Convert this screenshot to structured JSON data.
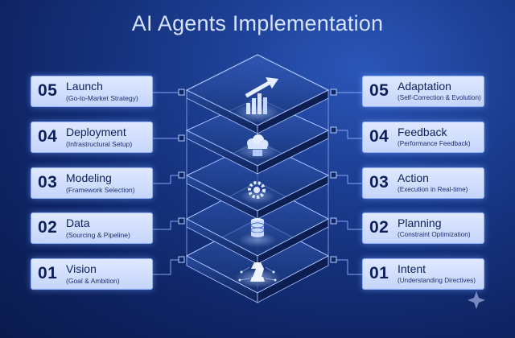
{
  "title": "AI Agents Implementation",
  "left": [
    {
      "num": "05",
      "name": "Launch",
      "sub": "(Go-to-Market Strategy)"
    },
    {
      "num": "04",
      "name": "Deployment",
      "sub": "(Infrastructural Setup)"
    },
    {
      "num": "03",
      "name": "Modeling",
      "sub": "(Framework Selection)"
    },
    {
      "num": "02",
      "name": "Data",
      "sub": "(Sourcing & Pipeline)"
    },
    {
      "num": "01",
      "name": "Vision",
      "sub": "(Goal & Ambition)"
    }
  ],
  "right": [
    {
      "num": "05",
      "name": "Adaptation",
      "sub": "(Self-Correction & Evolution)"
    },
    {
      "num": "04",
      "name": "Feedback",
      "sub": "(Performance Feedback)"
    },
    {
      "num": "03",
      "name": "Action",
      "sub": "(Execution in Real-time)"
    },
    {
      "num": "02",
      "name": "Planning",
      "sub": "(Constraint Optimization)"
    },
    {
      "num": "01",
      "name": "Intent",
      "sub": "(Understanding Directives)"
    }
  ],
  "layers": [
    {
      "icon": "growth-chart-icon"
    },
    {
      "icon": "cloud-server-icon"
    },
    {
      "icon": "gear-icon"
    },
    {
      "icon": "database-icon"
    },
    {
      "icon": "chess-knight-icon"
    }
  ],
  "colors": {
    "accent": "#8fb0ff",
    "card_text": "#0c1f5a",
    "background": "#0f2566"
  }
}
